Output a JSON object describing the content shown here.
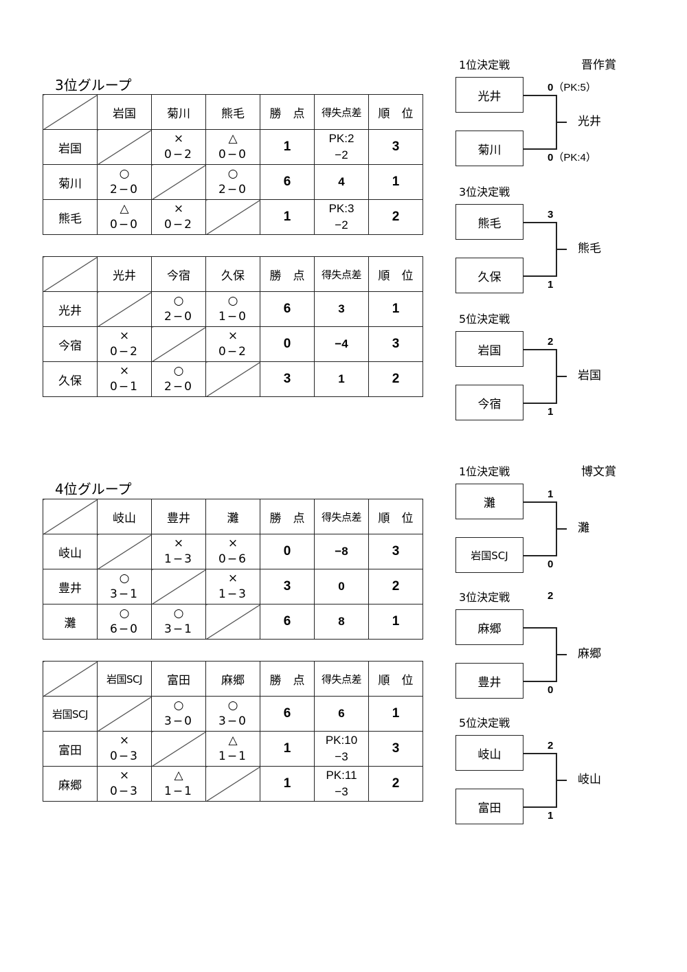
{
  "groups": [
    {
      "title": "3位グループ",
      "tables": [
        {
          "headers": [
            "岩国",
            "菊川",
            "熊毛",
            "勝　点",
            "得失点差",
            "順　位"
          ],
          "rows": [
            {
              "team": "岩国",
              "results": [
                null,
                {
                  "mark": "×",
                  "score": "0−2"
                },
                {
                  "mark": "△",
                  "score": "0−0"
                }
              ],
              "points": "1",
              "pk": "PK:2",
              "goal_diff": "−2",
              "rank": "3"
            },
            {
              "team": "菊川",
              "results": [
                {
                  "mark": "○",
                  "score": "2−0"
                },
                null,
                {
                  "mark": "○",
                  "score": "2−0"
                }
              ],
              "points": "6",
              "pk": "",
              "goal_diff": "4",
              "rank": "1"
            },
            {
              "team": "熊毛",
              "results": [
                {
                  "mark": "△",
                  "score": "0−0"
                },
                {
                  "mark": "×",
                  "score": "0−2"
                },
                null
              ],
              "points": "1",
              "pk": "PK:3",
              "goal_diff": "−2",
              "rank": "2"
            }
          ]
        },
        {
          "headers": [
            "光井",
            "今宿",
            "久保",
            "勝　点",
            "得失点差",
            "順　位"
          ],
          "rows": [
            {
              "team": "光井",
              "results": [
                null,
                {
                  "mark": "○",
                  "score": "2−0"
                },
                {
                  "mark": "○",
                  "score": "1−0"
                }
              ],
              "points": "6",
              "pk": "",
              "goal_diff": "3",
              "rank": "1"
            },
            {
              "team": "今宿",
              "results": [
                {
                  "mark": "×",
                  "score": "0−2"
                },
                null,
                {
                  "mark": "×",
                  "score": "0−2"
                }
              ],
              "points": "0",
              "pk": "",
              "goal_diff": "−4",
              "rank": "3"
            },
            {
              "team": "久保",
              "results": [
                {
                  "mark": "×",
                  "score": "0−1"
                },
                {
                  "mark": "○",
                  "score": "2−0"
                },
                null
              ],
              "points": "3",
              "pk": "",
              "goal_diff": "1",
              "rank": "2"
            }
          ]
        }
      ],
      "brackets": [
        {
          "title": "1位決定戦",
          "award": "晋作賞",
          "top_team": "光井",
          "bottom_team": "菊川",
          "top_score": "0",
          "top_pk": "（PK:5）",
          "bottom_score": "0",
          "bottom_pk": "（PK:4）",
          "winner": "光井"
        },
        {
          "title": "3位決定戦",
          "award": "",
          "top_team": "熊毛",
          "bottom_team": "久保",
          "top_score": "3",
          "top_pk": "",
          "bottom_score": "1",
          "bottom_pk": "",
          "winner": "熊毛"
        },
        {
          "title": "5位決定戦",
          "award": "",
          "top_team": "岩国",
          "bottom_team": "今宿",
          "top_score": "2",
          "top_pk": "",
          "bottom_score": "1",
          "bottom_pk": "",
          "winner": "岩国"
        }
      ]
    },
    {
      "title": "4位グループ",
      "tables": [
        {
          "headers": [
            "岐山",
            "豊井",
            "灘",
            "勝　点",
            "得失点差",
            "順　位"
          ],
          "rows": [
            {
              "team": "岐山",
              "results": [
                null,
                {
                  "mark": "×",
                  "score": "1−3"
                },
                {
                  "mark": "×",
                  "score": "0−6"
                }
              ],
              "points": "0",
              "pk": "",
              "goal_diff": "−8",
              "rank": "3"
            },
            {
              "team": "豊井",
              "results": [
                {
                  "mark": "○",
                  "score": "3−1"
                },
                null,
                {
                  "mark": "×",
                  "score": "1−3"
                }
              ],
              "points": "3",
              "pk": "",
              "goal_diff": "0",
              "rank": "2"
            },
            {
              "team": "灘",
              "results": [
                {
                  "mark": "○",
                  "score": "6−0"
                },
                {
                  "mark": "○",
                  "score": "3−1"
                },
                null
              ],
              "points": "6",
              "pk": "",
              "goal_diff": "8",
              "rank": "1"
            }
          ]
        },
        {
          "headers": [
            "岩国SCJ",
            "富田",
            "麻郷",
            "勝　点",
            "得失点差",
            "順　位"
          ],
          "rows": [
            {
              "team": "岩国SCJ",
              "results": [
                null,
                {
                  "mark": "○",
                  "score": "3−0"
                },
                {
                  "mark": "○",
                  "score": "3−0"
                }
              ],
              "points": "6",
              "pk": "",
              "goal_diff": "6",
              "rank": "1"
            },
            {
              "team": "富田",
              "results": [
                {
                  "mark": "×",
                  "score": "0−3"
                },
                null,
                {
                  "mark": "△",
                  "score": "1−1"
                }
              ],
              "points": "1",
              "pk": "PK:10",
              "goal_diff": "−3",
              "rank": "3"
            },
            {
              "team": "麻郷",
              "results": [
                {
                  "mark": "×",
                  "score": "0−3"
                },
                {
                  "mark": "△",
                  "score": "1−1"
                },
                null
              ],
              "points": "1",
              "pk": "PK:11",
              "goal_diff": "−3",
              "rank": "2"
            }
          ]
        }
      ],
      "brackets": [
        {
          "title": "1位決定戦",
          "award": "博文賞",
          "top_team": "灘",
          "bottom_team": "岩国SCJ",
          "top_score": "1",
          "top_pk": "",
          "bottom_score": "0",
          "bottom_pk": "",
          "winner": "灘"
        },
        {
          "title": "3位決定戦",
          "award": "",
          "top_team": "麻郷",
          "bottom_team": "豊井",
          "top_score": "2",
          "top_pk": "",
          "bottom_score": "0",
          "bottom_pk": "",
          "winner": "麻郷"
        },
        {
          "title": "5位決定戦",
          "award": "",
          "top_team": "岐山",
          "bottom_team": "富田",
          "top_score": "2",
          "top_pk": "",
          "bottom_score": "1",
          "bottom_pk": "",
          "winner": "岐山"
        }
      ]
    }
  ]
}
